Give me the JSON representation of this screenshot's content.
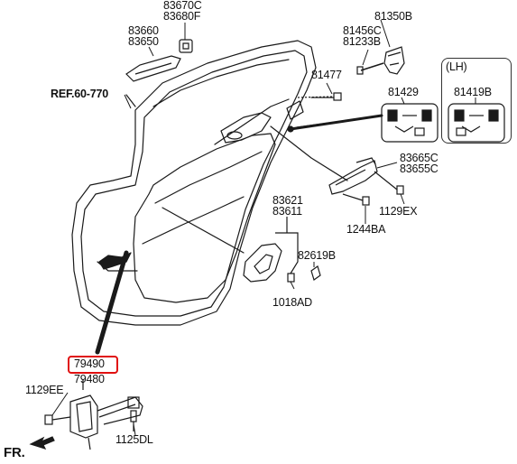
{
  "labels": {
    "ref": "REF.60-770",
    "p83670c": "83670C",
    "p83680f": "83680F",
    "p83660": "83660",
    "p83650": "83650",
    "p81350b": "81350B",
    "p81456c": "81456C",
    "p81233b": "81233B",
    "p81477": "81477",
    "p81429": "81429",
    "lh": "(LH)",
    "p81419b": "81419B",
    "p83665c": "83665C",
    "p83655c": "83655C",
    "p1129ex": "1129EX",
    "p1244ba": "1244BA",
    "p83621": "83621",
    "p83611": "83611",
    "p82619b": "82619B",
    "p1018ad": "1018AD",
    "p79490": "79490",
    "p79480": "79480",
    "p1129ee": "1129EE",
    "p1125dl": "1125DL",
    "fr": "FR."
  },
  "colors": {
    "highlight": "#e01010",
    "line": "#1a1a1a"
  }
}
